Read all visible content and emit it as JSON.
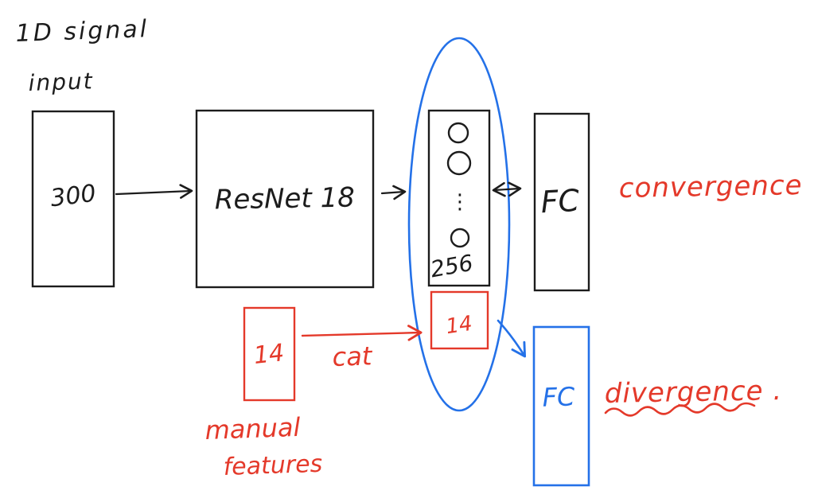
{
  "colors": {
    "ink": "#1c1c1c",
    "red": "#e4392a",
    "blue": "#2471e8",
    "background": "#ffffff"
  },
  "handwriting": {
    "signal_label_line1": "1D signal",
    "signal_label_line2": "input",
    "convergence_label": "convergence",
    "divergence_label": "divergence .",
    "cat_label": "cat",
    "manual_label_line1": "manual",
    "manual_label_line2": "features"
  },
  "nodes": {
    "input_box": {
      "label": "300"
    },
    "backbone_box": {
      "label": "ResNet 18"
    },
    "embedding_box": {
      "size_label": "256",
      "ellipsis": "⋮"
    },
    "fc_convergence_box": {
      "label": "FC"
    },
    "manual_features_box": {
      "label": "14"
    },
    "concat_box": {
      "label": "14"
    },
    "fc_divergence_box": {
      "label": "FC"
    }
  }
}
